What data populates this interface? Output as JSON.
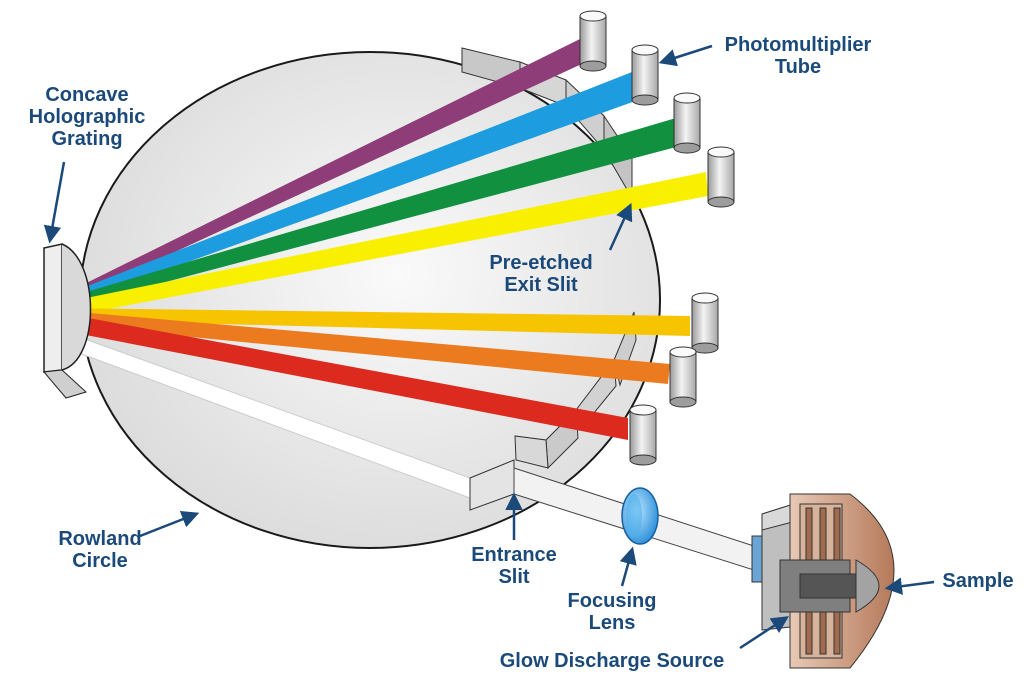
{
  "labels": {
    "grating": [
      "Concave",
      "Holographic",
      "Grating"
    ],
    "pmt": [
      "Photomultiplier",
      "Tube"
    ],
    "exit_slit": [
      "Pre-etched",
      "Exit Slit"
    ],
    "rowland": [
      "Rowland",
      "Circle"
    ],
    "entrance": [
      "Entrance",
      "Slit"
    ],
    "lens": [
      "Focusing",
      "Lens"
    ],
    "glow": "Glow Discharge Source",
    "sample": "Sample"
  },
  "colors": {
    "label_text": "#1b4a7a",
    "violet": "#8e3d78",
    "blue": "#1e9ce0",
    "green": "#119140",
    "yellow": "#f8f000",
    "gold": "#f6c400",
    "orange": "#ec7a1e",
    "red": "#dc2a1e",
    "rowland_fill": "#e6e6e6",
    "source_body": "#c49478"
  }
}
